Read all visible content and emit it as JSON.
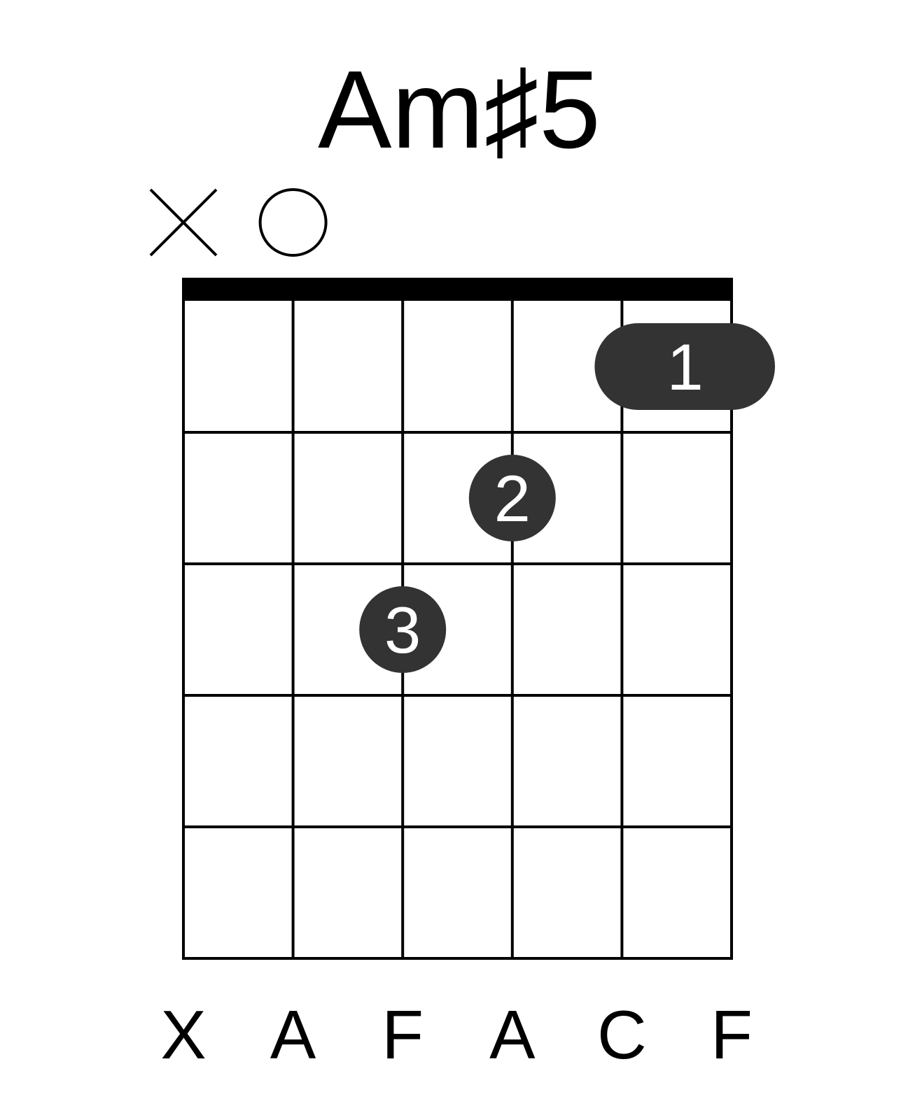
{
  "chord": {
    "name": "Am♯5",
    "strings": 6,
    "frets": 5,
    "nut": true,
    "string_markers": [
      {
        "string": 1,
        "type": "muted",
        "icon": "x-icon"
      },
      {
        "string": 2,
        "type": "open",
        "icon": "circle-icon"
      }
    ],
    "fingers": [
      {
        "finger": "1",
        "fret": 1,
        "from_string": 5,
        "to_string": 6,
        "barre": true
      },
      {
        "finger": "2",
        "fret": 2,
        "string": 4
      },
      {
        "finger": "3",
        "fret": 3,
        "string": 3
      }
    ],
    "notes": [
      "X",
      "A",
      "F",
      "A",
      "C",
      "F"
    ]
  },
  "colors": {
    "line": "#000000",
    "dot": "#333333",
    "dot_text": "#ffffff",
    "background": "#ffffff"
  }
}
